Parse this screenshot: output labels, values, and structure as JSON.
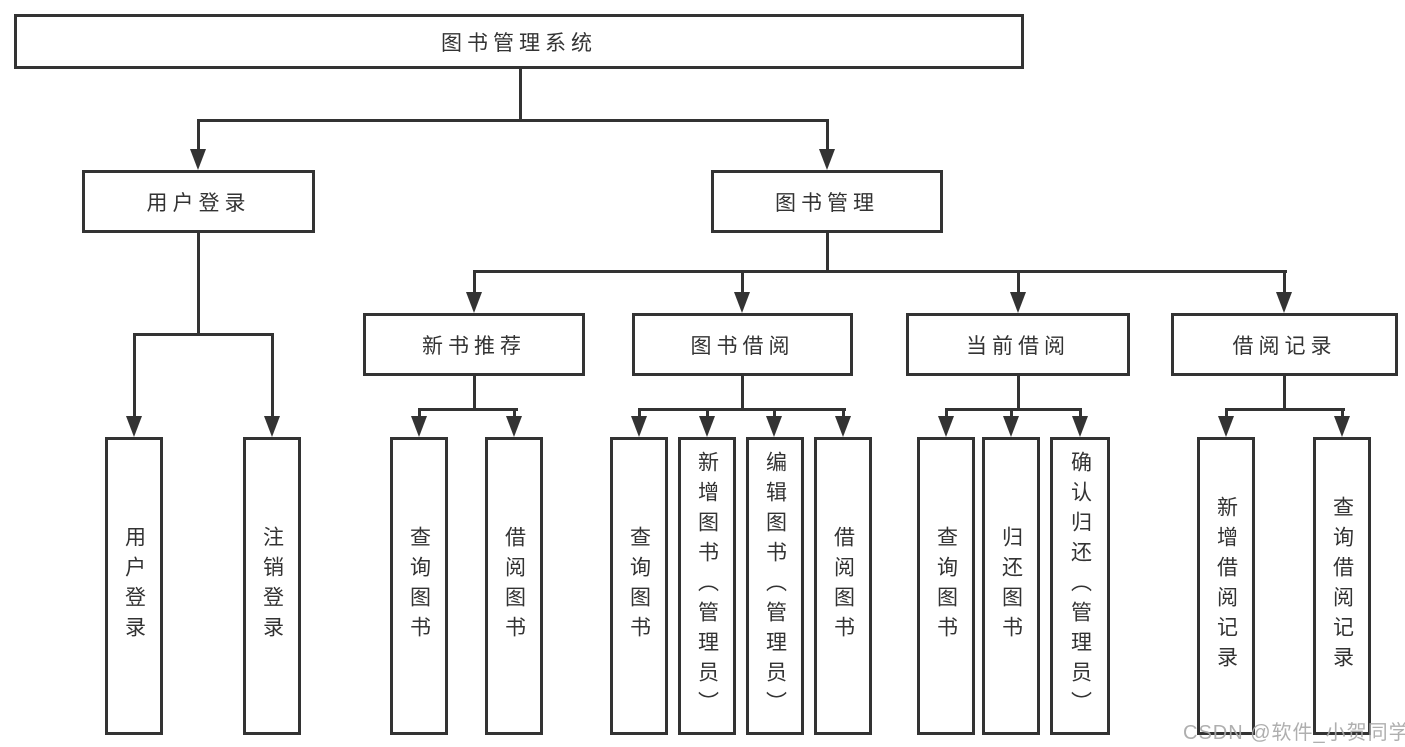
{
  "tree": {
    "root": {
      "label": "图书管理系统"
    },
    "branches": [
      {
        "label": "用户登录",
        "children": [
          {
            "label": "用户登录"
          },
          {
            "label": "注销登录"
          }
        ]
      },
      {
        "label": "图书管理",
        "children": [
          {
            "label": "新书推荐",
            "children": [
              {
                "label": "查询图书"
              },
              {
                "label": "借阅图书"
              }
            ]
          },
          {
            "label": "图书借阅",
            "children": [
              {
                "label": "查询图书"
              },
              {
                "label": "新增图书（管理员）"
              },
              {
                "label": "编辑图书（管理员）"
              },
              {
                "label": "借阅图书"
              }
            ]
          },
          {
            "label": "当前借阅",
            "children": [
              {
                "label": "查询图书"
              },
              {
                "label": "归还图书"
              },
              {
                "label": "确认归还（管理员）"
              }
            ]
          },
          {
            "label": "借阅记录",
            "children": [
              {
                "label": "新增借阅记录"
              },
              {
                "label": "查询借阅记录"
              }
            ]
          }
        ]
      }
    ]
  },
  "watermark": {
    "text": "CSDN @软件_小贺同学"
  },
  "colors": {
    "line": "#333333",
    "text": "#333333",
    "background": "#ffffff",
    "watermark": "#a8a8a8"
  }
}
